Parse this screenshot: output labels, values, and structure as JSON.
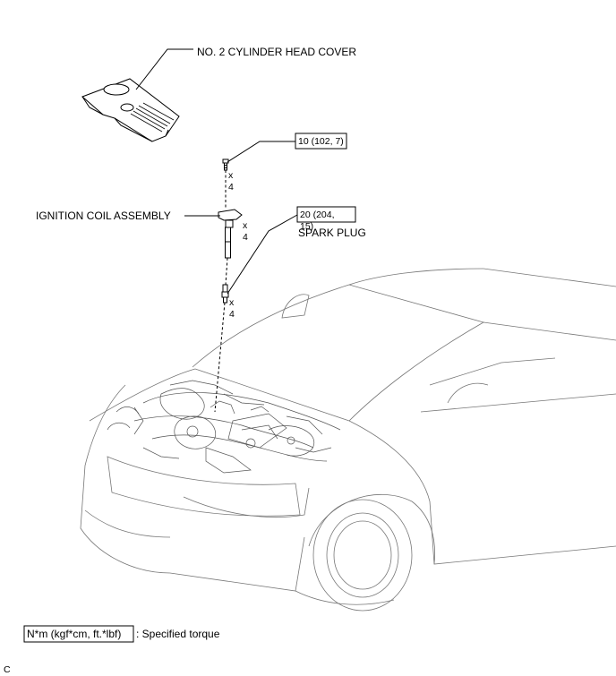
{
  "labels": {
    "head_cover": "NO. 2 CYLINDER HEAD COVER",
    "ignition_coil": "IGNITION  COIL ASSEMBLY",
    "spark_plug": "SPARK PLUG"
  },
  "torque_callouts": [
    {
      "value": "10 (102, 7)",
      "quantity": "x\n4"
    },
    {
      "value_line1": "20 (204,",
      "value_line2": "15)",
      "quantity": "x\n4"
    }
  ],
  "quantities": {
    "bolt": [
      "x",
      "4"
    ],
    "coil": [
      "x",
      "4"
    ],
    "plug": [
      "x",
      "4"
    ]
  },
  "legend": {
    "symbol": "N*m (kgf*cm, ft.*lbf)",
    "description": ": Specified torque"
  },
  "corner_code": "C"
}
